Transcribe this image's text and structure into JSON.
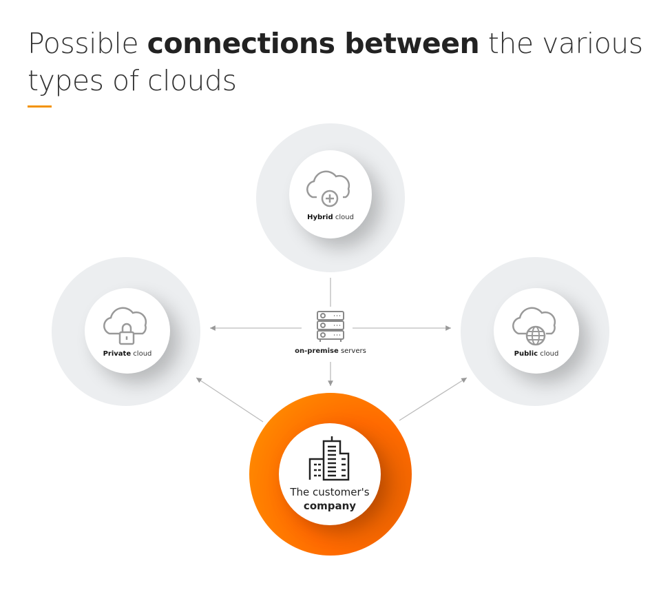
{
  "title": {
    "part1": "Possible ",
    "bold": "connections between",
    "part2": " the various types of clouds"
  },
  "nodes": {
    "hybrid": {
      "bold": "Hybrid",
      "rest": " cloud",
      "icon": "cloud-plus-icon"
    },
    "private": {
      "bold": "Private",
      "rest": " cloud",
      "icon": "cloud-lock-icon"
    },
    "public": {
      "bold": "Public",
      "rest": " cloud",
      "icon": "cloud-globe-icon"
    },
    "servers": {
      "bold": "on-premise",
      "rest": " servers",
      "icon": "server-rack-icon"
    },
    "company": {
      "line1": "The customer's",
      "bold": "company",
      "icon": "building-icon"
    }
  },
  "colors": {
    "accent": "#f39200",
    "orange": "#ff7a00",
    "circle": "#eceef0"
  }
}
